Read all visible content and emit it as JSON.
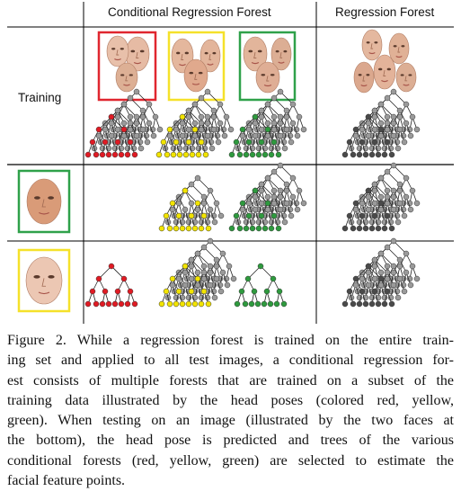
{
  "header": {
    "col_conditional": "Conditional Regression Forest",
    "col_regression": "Regression Forest"
  },
  "rows": {
    "training_label": "Training"
  },
  "colors": {
    "red": "#e01b24",
    "yellow": "#f2e400",
    "green": "#2e9a3e",
    "gray_node": "#9a9a9a",
    "dark_node": "#4a4a4a",
    "frame_red": "#e0262f",
    "frame_yellow": "#f5e12a",
    "frame_green": "#2fa14a"
  },
  "caption": {
    "lines": [
      "Figure 2. While a regression forest is trained on the entire train-",
      "ing set and applied to all test images, a conditional regression for-",
      "est consists of multiple forests that are trained on a subset of the",
      "training data illustrated by the head poses (colored red, yellow,",
      "green). When testing on an image (illustrated by the two faces at",
      "the bottom), the head pose is predicted and trees of the various",
      "conditional forests (red, yellow, green) are selected to estimate the",
      "facial feature points."
    ]
  }
}
